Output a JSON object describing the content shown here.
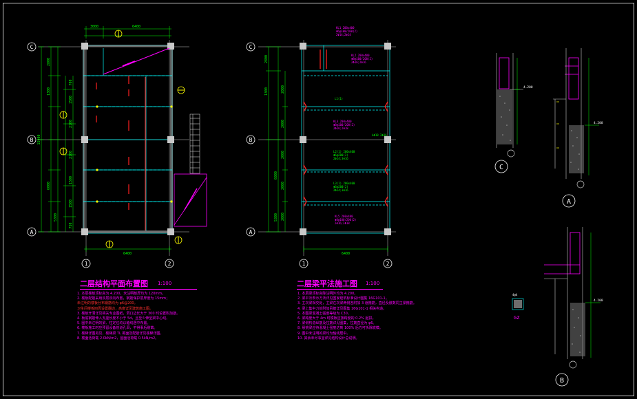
{
  "drawing": {
    "background": "#000000",
    "frame_color": "#ffffff",
    "colors": {
      "grid": "#ffffff",
      "axis": "#00ffff",
      "dim": "#00ff00",
      "beam": "#ff00ff",
      "column": "#b0b0b0",
      "marker": "#ffff00",
      "note": "#ff00ff",
      "red": "#ff2020"
    }
  },
  "plan_left": {
    "title": "二层结构平面布置图",
    "scale": "1:100",
    "axis_rows": [
      "C",
      "B",
      "A"
    ],
    "axis_cols": [
      "1",
      "2"
    ],
    "dim_top": [
      "3000",
      "6400"
    ],
    "dim_bottom": "6400",
    "dim_left_outer": "15900",
    "dim_left": [
      "2800",
      "1300",
      "6000",
      "5300"
    ],
    "dim_left_inner": [
      "700",
      "1500",
      "2100",
      "2100",
      "1500",
      "1500",
      "750"
    ],
    "notes": [
      "1. 本层楼板顶标高为 4.200，未注明板厚均为 120mm。",
      "2. 楼板配筋采用双层双向布置，钢筋保护层厚度为 15mm；",
      "   未注明的楼板分布钢筋均为 φ6@200。",
      "   卫生间楼板四周设置翻边，高度详见建筑施工图。",
      "3. 楼板开洞详见相关专业图纸，洞口边长大于 300 时设置附加筋。",
      "4. 板底钢筋伸入支座长度不小于 5d，且至少伸至梁中心线。",
      "5. 图中未注明的梁、柱定位均以轴线居中布置。",
      "6. 楼板施工时应预留设备管道孔洞，不得事后剔凿。",
      "7. 楼梯详图另见，楼梯梁 TL 截面及配筋详见楼梯详图。",
      "8. 楼面活荷载 2.0kN/m2，屋面活荷载 0.5kN/m2。"
    ]
  },
  "plan_right": {
    "title": "二层梁平法施工图",
    "scale": "1:100",
    "axis_rows": [
      "C",
      "B",
      "A"
    ],
    "axis_cols": [
      "1",
      "2"
    ],
    "dim_bottom": "6400",
    "dim_left": [
      "2800",
      "1300",
      "6000",
      "5300"
    ],
    "dim_left_inner": [
      "2000",
      "2000",
      "2000",
      "2000",
      "2000"
    ],
    "notes": [
      "1. 本层梁顶标高除注明外均为 4.200。",
      "2. 梁平法表示方法详见国家建筑标准设计图集 16G101-1。",
      "3. 主次梁相交处，主梁在次梁两侧各附加 3 道箍筋，直径及肢数同主梁箍筋。",
      "4. 梁上集中力处附加吊筋详见图集 16G101-1 相关构造。",
      "5. 本图梁混凝土强度等级为 C30。",
      "6. 梁跨度大于 4m 时模板应按跨度的 0.2% 起拱。",
      "7. 梁侧构造纵筋及拉筋详见图集，拉筋直径为 φ6。",
      "8. 悬挑梁应待混凝土强度达到 100% 后方可拆除底模。",
      "9. 图中未注明的梁均为轴线居中。",
      "10. 其余未尽事宜详见结构设计总说明。"
    ]
  },
  "sections": {
    "labels": [
      "C",
      "A",
      "B"
    ],
    "elevation": "4.200",
    "gz_label": "GZ",
    "small_label": "4@4"
  }
}
